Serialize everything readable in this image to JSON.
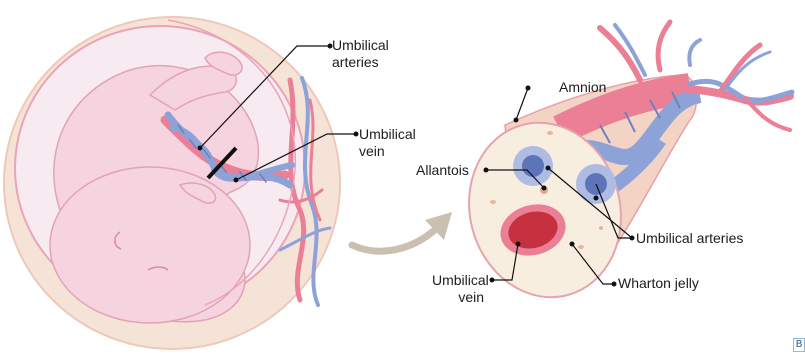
{
  "labels": {
    "umbilical_arteries_left_line1": "Umbilical",
    "umbilical_arteries_left_line2": "arteries",
    "umbilical_vein_left_line1": "Umbilical",
    "umbilical_vein_left_line2": "vein",
    "amnion": "Amnion",
    "allantois": "Allantois",
    "umbilical_arteries_right": "Umbilical arteries",
    "umbilical_vein_right_line1": "Umbilical",
    "umbilical_vein_right_line2": "vein",
    "wharton_jelly": "Wharton jelly"
  },
  "corner_mark": "B",
  "colors": {
    "uterus_outer": "#f4dccf",
    "uterus_border": "#e98f9c",
    "amniotic_sac": "#f8eef4",
    "fetus": "#f6d9e2",
    "fetus_outline": "#e7a9b9",
    "artery_blue": "#8da2d6",
    "vein_pink": "#ea7f96",
    "jelly": "#f8eee0",
    "arrow": "#cabfb2"
  }
}
